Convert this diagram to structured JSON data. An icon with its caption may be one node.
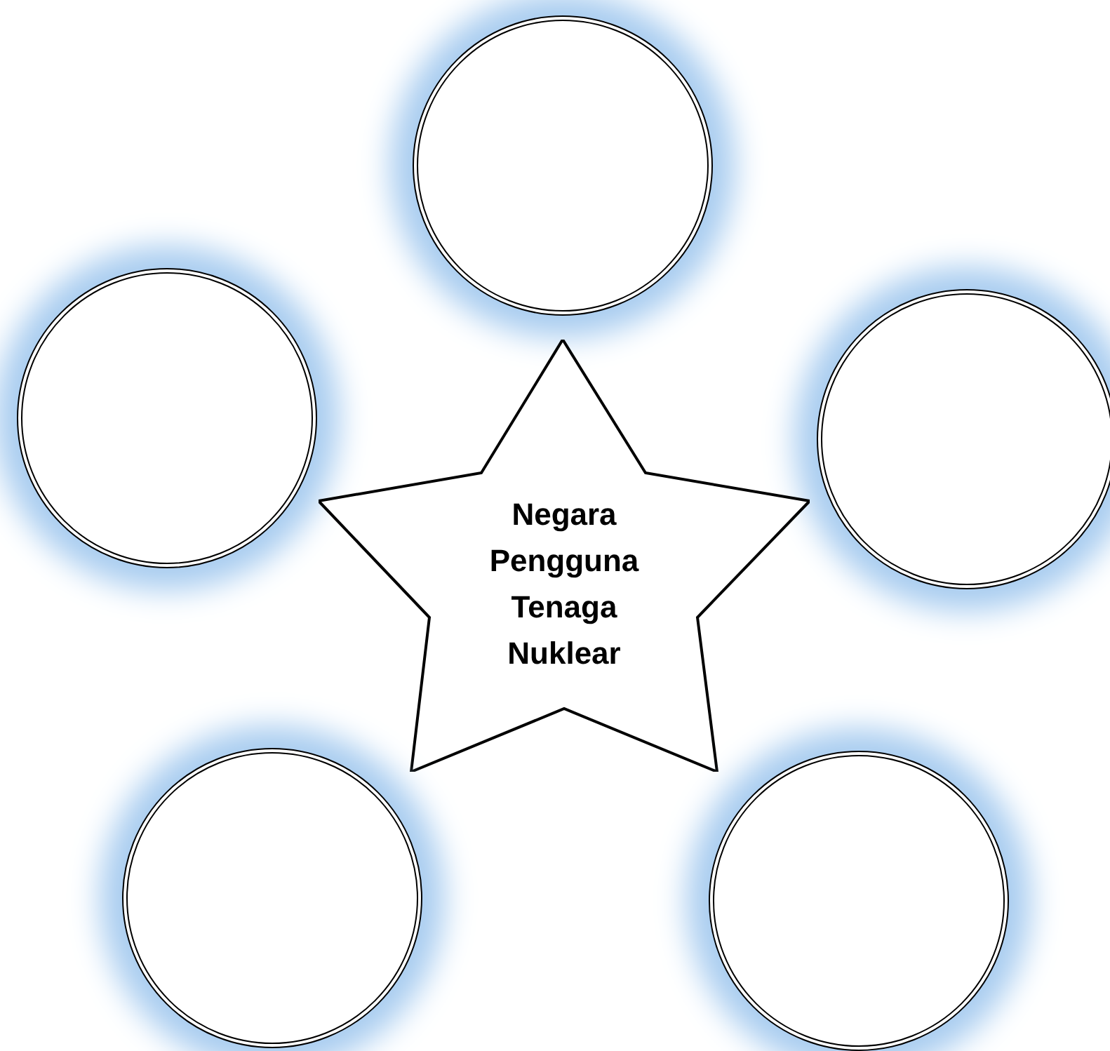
{
  "diagram": {
    "nodes": [
      {
        "text": [],
        "shape": "circle"
      },
      {
        "text": [],
        "shape": "circle"
      },
      {
        "text": [],
        "shape": "circle"
      },
      {
        "text": [
          "Negara Pengguna Tenaga Nuklear"
        ]
      },
      {
        "text": [],
        "shape": "circle"
      },
      {
        "text": [],
        "shape": "circle"
      }
    ],
    "edges": []
  }
}
